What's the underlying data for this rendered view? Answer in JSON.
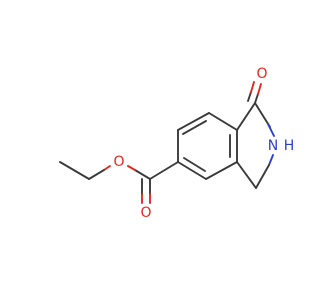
{
  "molecule": {
    "atoms": {
      "carbonyl_oxygen": "O",
      "amide_nitrogen": "N",
      "amide_hydrogen": "H",
      "ester_ether_oxygen": "O",
      "ester_carbonyl_oxygen": "O"
    },
    "colors": {
      "bond": "#3a3a3a",
      "oxygen": "#e8251a",
      "nitrogen": "#2a3fd0"
    }
  }
}
